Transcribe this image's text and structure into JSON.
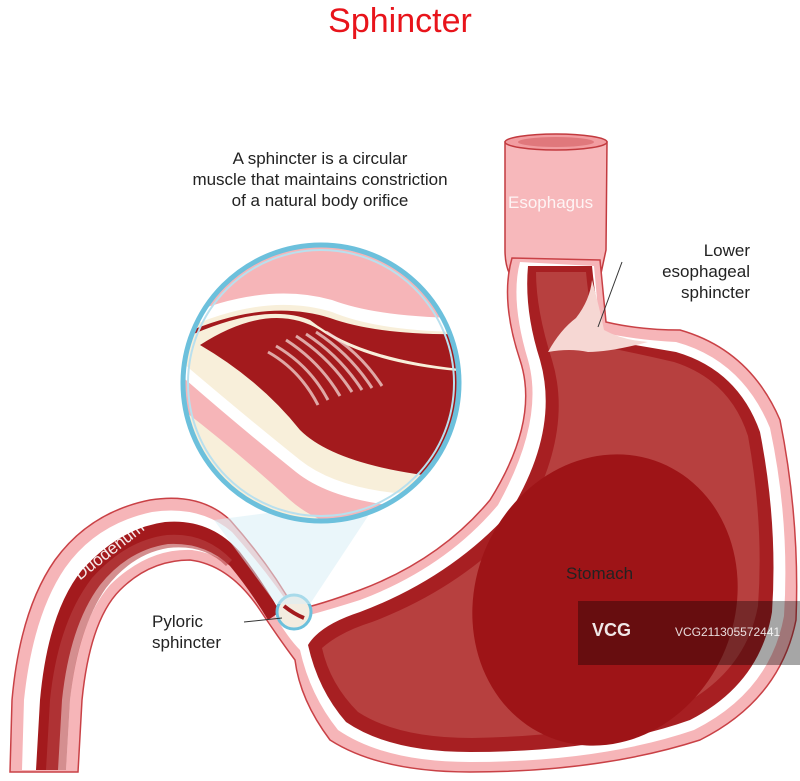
{
  "title": "Sphincter",
  "description": [
    "A sphincter is a circular",
    "muscle that maintains constriction",
    "of a natural body orifice"
  ],
  "labels": {
    "esophagus": "Esophagus",
    "lower_esophageal_sphincter": [
      "Lower",
      "esophageal",
      "sphincter"
    ],
    "stomach": "Stomach",
    "duodenum": "Duodenum",
    "pyloric_sphincter": [
      "Pyloric",
      "sphincter"
    ]
  },
  "watermark": {
    "logo": "VCG",
    "text": "VCG211305572441"
  },
  "colors": {
    "title": "#e8141b",
    "stomach_dark": "#a31a1d",
    "stomach_mid": "#b53a3c",
    "pink_wall": "#f4a9ac",
    "lens_ring": "#6cc0dc",
    "lens_bg": "#f8efda"
  }
}
